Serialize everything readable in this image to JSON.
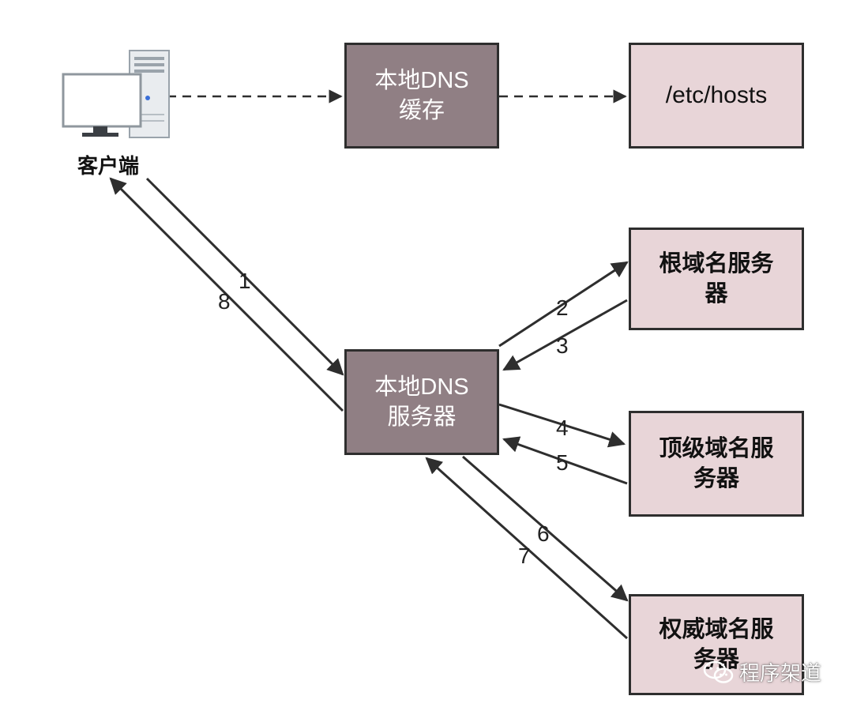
{
  "client": {
    "label": "客户端"
  },
  "nodes": {
    "cache": {
      "line1": "本地DNS",
      "line2": "缓存"
    },
    "hosts": {
      "text": "/etc/hosts"
    },
    "local_dns": {
      "line1": "本地DNS",
      "line2": "服务器"
    },
    "root": {
      "line1": "根域名服务",
      "line2": "器"
    },
    "tld": {
      "line1": "顶级域名服",
      "line2": "务器"
    },
    "auth": {
      "line1": "权威域名服",
      "line2": "务器"
    }
  },
  "steps": [
    "1",
    "2",
    "3",
    "4",
    "5",
    "6",
    "7",
    "8"
  ],
  "watermark": {
    "text": "程序架道"
  },
  "colors": {
    "dark_box": "#907f84",
    "light_box": "#e8d5d8",
    "line": "#2e2e2e"
  }
}
